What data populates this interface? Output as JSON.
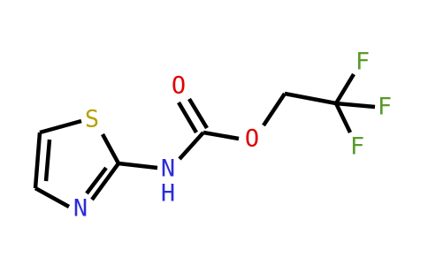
{
  "molecule": {
    "atoms": {
      "sulfur": "S",
      "ring_nitrogen": "N",
      "amide_nitrogen": "N",
      "amide_hydrogen": "H",
      "carbonyl_oxygen": "O",
      "ester_oxygen": "O",
      "fluorine_top": "F",
      "fluorine_right": "F",
      "fluorine_bottom": "F"
    },
    "colors": {
      "S": "#b8a000",
      "N": "#2b2bd9",
      "O": "#e00000",
      "F": "#5a9a2a",
      "bond": "#000000"
    }
  }
}
